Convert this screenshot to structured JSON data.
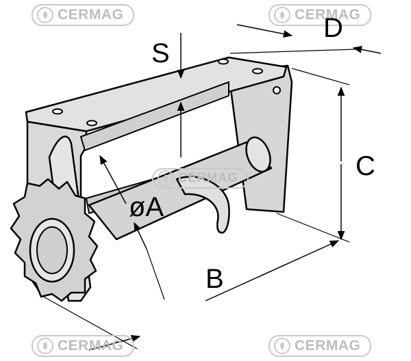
{
  "watermark": {
    "text": "CERMAG",
    "logo_icon": "cermag-leaf-logo-icon"
  },
  "dimensions": {
    "s": "S",
    "d": "D",
    "c": "C",
    "b": "B",
    "a": "øA"
  },
  "colors": {
    "outline": "#000000",
    "fill": "#dcdcdc",
    "watermark": "#bdbdbd"
  }
}
